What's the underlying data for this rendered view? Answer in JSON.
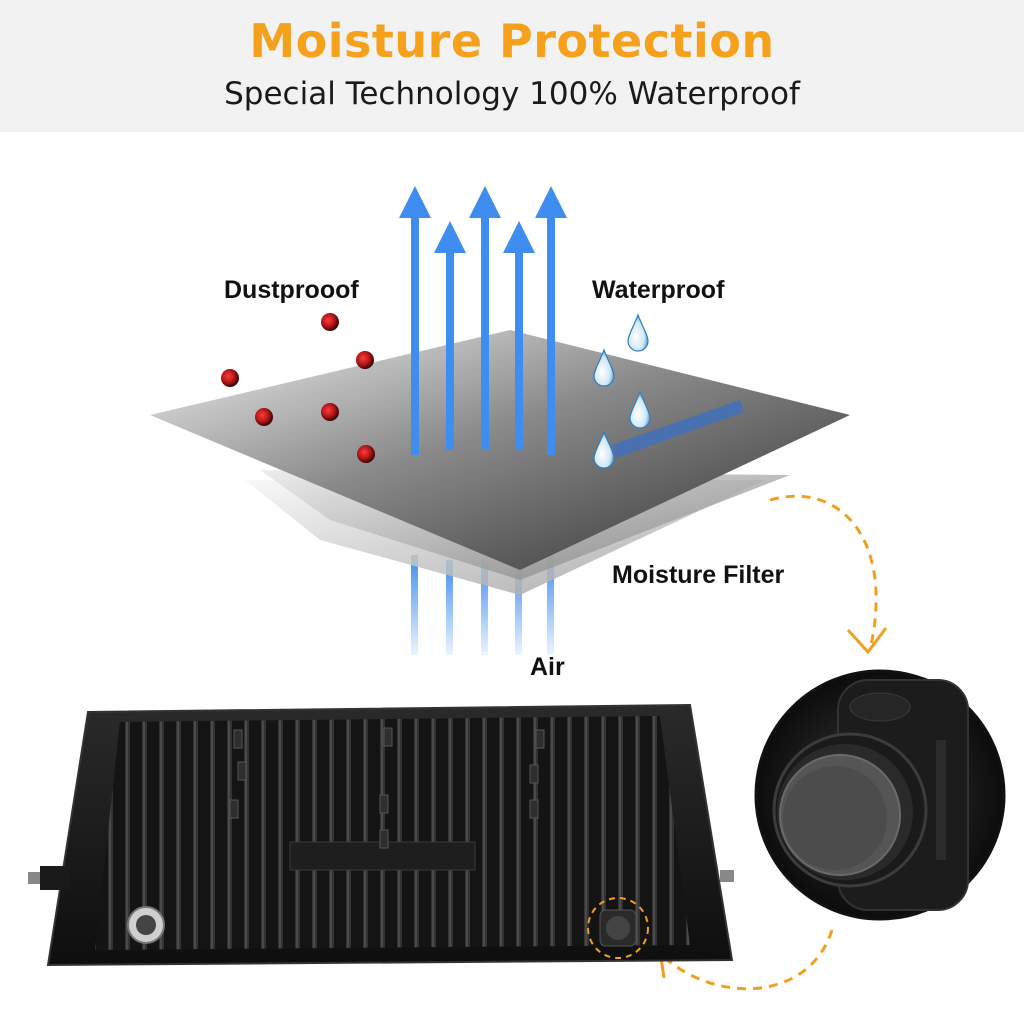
{
  "header": {
    "title": "Moisture Protection",
    "subtitle": "Special Technology 100% Waterproof"
  },
  "labels": {
    "dustproof": "Dustprooof",
    "waterproof": "Waterproof",
    "moisture_filter": "Moisture Filter",
    "air": "Air"
  },
  "colors": {
    "title_orange": "#f5a11c",
    "arrow_blue": "#3f8df0",
    "dust_red": "#b01616",
    "dashed_orange": "#f0a020",
    "header_bg": "#f2f2f2"
  },
  "icons": {
    "dust": "dust-particle-icon",
    "water": "water-drop-icon",
    "air": "air-flow-arrow-icon"
  }
}
